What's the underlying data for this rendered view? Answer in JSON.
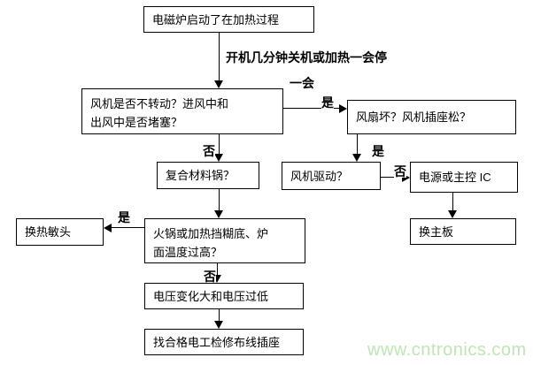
{
  "flowchart": {
    "note": {
      "line1": "开机几分钟关机或加热一会停",
      "line2": "一会"
    },
    "nodes": {
      "start": {
        "text": "电磁炉启动了在加热过程"
      },
      "fan_check": {
        "line1": "风机是否不转动？进风中和",
        "line2": "出风中是否堵塞？"
      },
      "fan_broken": {
        "text": "风扇坏？风机插座松？"
      },
      "composite_pot": {
        "text": "复合材料锅？"
      },
      "fan_drive": {
        "text": "风机驱动？"
      },
      "power_ic": {
        "text": "电源或主控 IC"
      },
      "replace_sensor": {
        "text": "换热敏头"
      },
      "hotpot": {
        "line1": "火锅或加热挡糊底、炉",
        "line2": "面温度过高？"
      },
      "replace_mainboard": {
        "text": "换主板"
      },
      "voltage": {
        "text": "电压变化大和电压过低"
      },
      "electrician": {
        "text": "找合格电工检修布线插座"
      }
    },
    "labels": {
      "yes": "是",
      "no": "否"
    },
    "line_color": "#000000"
  },
  "watermark": {
    "text": "www.cntronics.com",
    "color": "#bfe5b6"
  }
}
